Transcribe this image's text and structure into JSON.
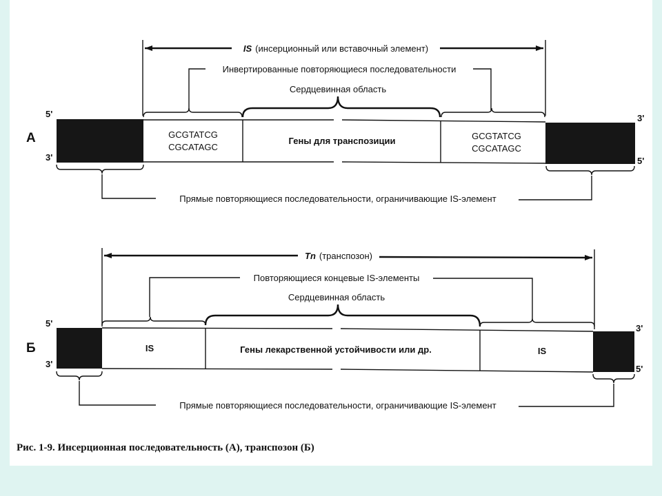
{
  "panel_a": {
    "letter": "А",
    "end_5_left": "5'",
    "end_3_left": "3'",
    "end_3_right": "3'",
    "end_5_right": "5'",
    "is_label_bold": "IS",
    "is_label_rest": "(инсерционный или вставочный элемент)",
    "inverted_repeats_label": "Инвертированные повторяющиеся последовательности",
    "core_label": "Сердцевинная область",
    "seq_left_top": "GCGTATCG",
    "seq_left_bottom": "CGCATAGC",
    "seq_right_top": "GCGTATCG",
    "seq_right_bottom": "CGCATAGC",
    "center_label": "Гены для транспозиции",
    "direct_repeats_label": "Прямые повторяющиеся последовательности,  ограничивающие IS-элемент"
  },
  "panel_b": {
    "letter": "Б",
    "end_5_left": "5'",
    "end_3_left": "3'",
    "end_3_right": "3'",
    "end_5_right": "5'",
    "tn_label_bold": "Tn",
    "tn_label_rest": "(транспозон)",
    "terminal_is_label": "Повторяющиеся концевые IS-элементы",
    "core_label": "Сердцевинная область",
    "is_left": "IS",
    "center_label": "Гены лекарственной устойчивости или др.",
    "is_right": "IS",
    "direct_repeats_label": "Прямые повторяющиеся последовательности,  ограничивающие IS-элемент"
  },
  "caption": "Рис. 1-9. Инсерционная последовательность (А), транспозон (Б)"
}
